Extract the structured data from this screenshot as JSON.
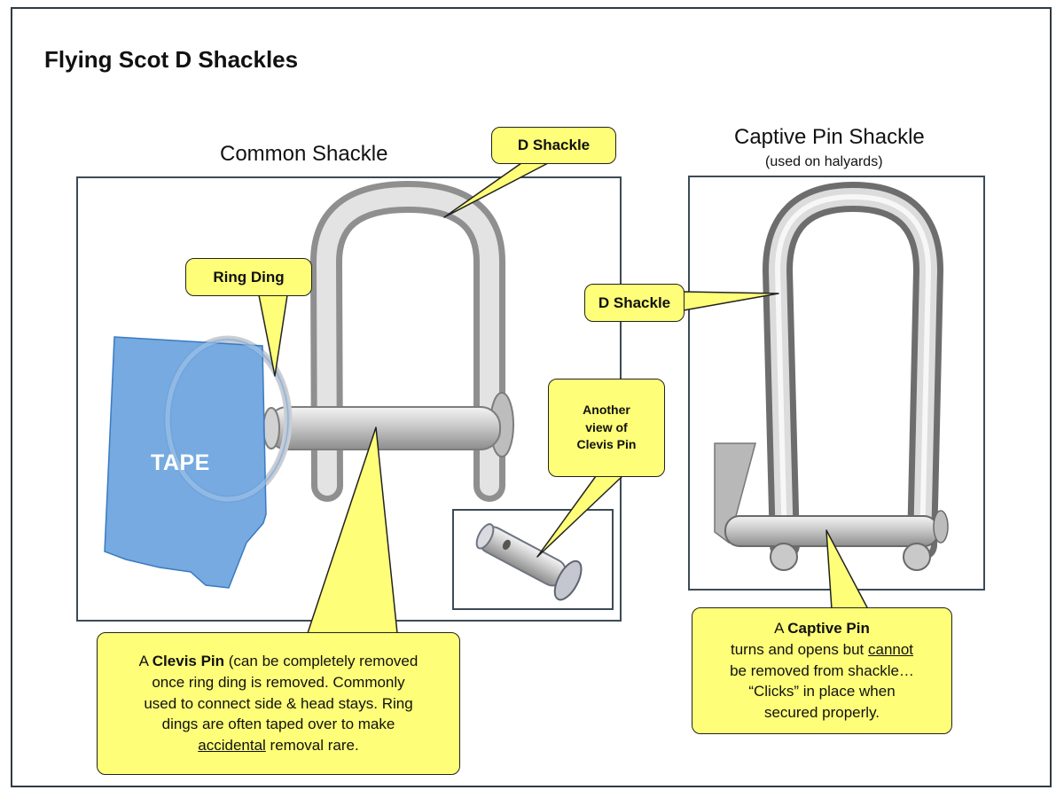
{
  "title": "Flying Scot D Shackles",
  "common_shackle": {
    "heading": "Common Shackle",
    "tape_label": "TAPE",
    "callouts": {
      "d_shackle": "D Shackle",
      "ring_ding": "Ring Ding",
      "another_view_line1": "Another",
      "another_view_line2": "view of",
      "another_view_line3": "Clevis Pin"
    },
    "clevis_note": {
      "lead": "A ",
      "term": "Clevis Pin",
      "line1_rest": " (can be completely removed",
      "line2": "once ring ding is removed. Commonly",
      "line3": "used to connect side & head stays. Ring",
      "line4": "dings are often taped over to make",
      "line5_underlined": "accidental",
      "line5_rest": " removal rare."
    }
  },
  "captive_pin_shackle": {
    "heading": "Captive Pin Shackle",
    "note": "(used on halyards)",
    "callouts": {
      "d_shackle": "D Shackle"
    },
    "captive_note": {
      "lead": "A ",
      "term": "Captive Pin",
      "line2_a": "turns and opens but ",
      "line2_underlined": "cannot",
      "line3": "be  removed from shackle…",
      "line4": "“Clicks” in place when",
      "line5": "secured properly."
    }
  },
  "colors": {
    "callout_fill": "#fefe78",
    "tape_fill": "#6aa3dd",
    "frame": "#2f3b44"
  }
}
